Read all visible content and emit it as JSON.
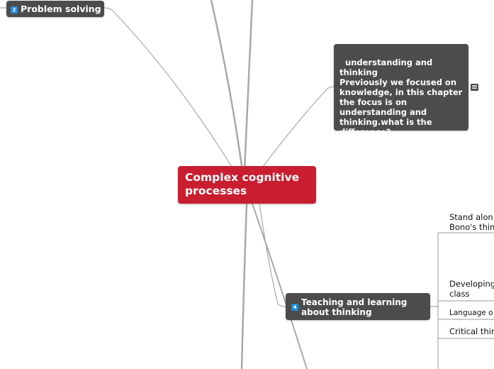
{
  "central_topic": {
    "label": "Complex cognitive processes"
  },
  "topics": {
    "problem_solving": {
      "badge": "2",
      "label": "Problem solving"
    },
    "understanding": {
      "label": "understanding and thinking\nPreviously we focused on knowledge, in this chapter the focus is on understanding and thinking.what is the difference?"
    },
    "teaching": {
      "badge": "4",
      "label": "Teaching and learning about thinking"
    }
  },
  "subtopics": {
    "stand_alone": "Stand alon\nBono's thin",
    "developing": "Developing\nclass",
    "language": "Language o",
    "critical": "Critical thir"
  },
  "colors": {
    "central": "#c81e30",
    "topic": "#4c4c4c",
    "badge": "#1f8de0",
    "branch": "#a9a9a9"
  },
  "icons": {
    "note": "note-icon",
    "badge": "number-badge-icon"
  }
}
